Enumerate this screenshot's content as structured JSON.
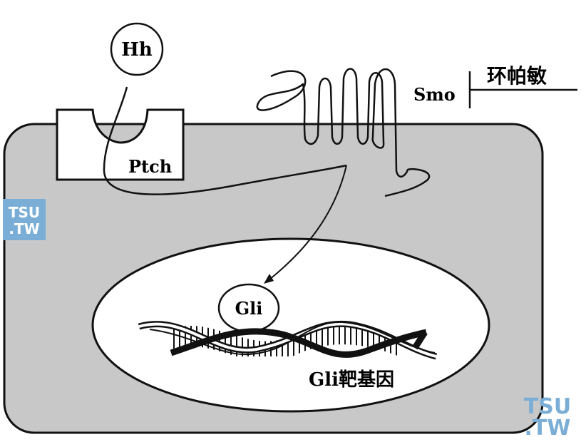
{
  "labels": {
    "hh": "Hh",
    "ptch": "Ptch",
    "smo": "Smo",
    "cyclopamine": "环帕敏",
    "gli": "Gli",
    "target_gene": "Gli靶基因"
  },
  "watermark": {
    "line1": "TSU",
    "line2": ".TW"
  },
  "colors": {
    "cell_fill": "#c8c8c8",
    "stroke": "#111111",
    "nucleus_fill": "#ffffff",
    "watermark": "#7aaed6"
  }
}
